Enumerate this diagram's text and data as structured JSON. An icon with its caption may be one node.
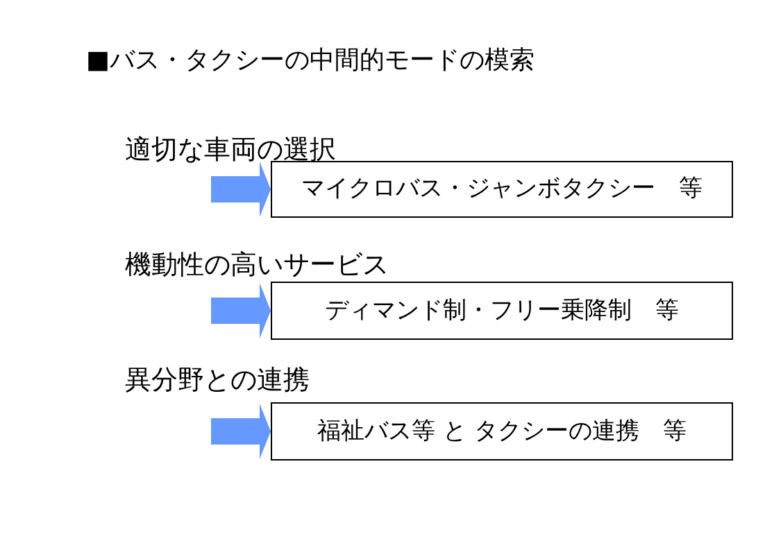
{
  "diagram": {
    "title": "■バス・タクシーの中間的モードの模索",
    "nodes": [
      {
        "text": [
          "マイクロバス・ジャンボタクシー　等"
        ]
      },
      {
        "text": [
          "ディマンド制・フリー乗降制　等"
        ]
      },
      {
        "text": [
          "福祉バス等 と タクシーの連携　等"
        ]
      }
    ],
    "edges": [
      {
        "from": null,
        "to": 0,
        "arrow": "to"
      },
      {
        "from": null,
        "to": 1,
        "arrow": "to"
      },
      {
        "from": null,
        "to": 2,
        "arrow": "to"
      }
    ],
    "labels": [
      "適切な車両の選択",
      "機動性の高いサービス",
      "異分野との連携"
    ]
  }
}
